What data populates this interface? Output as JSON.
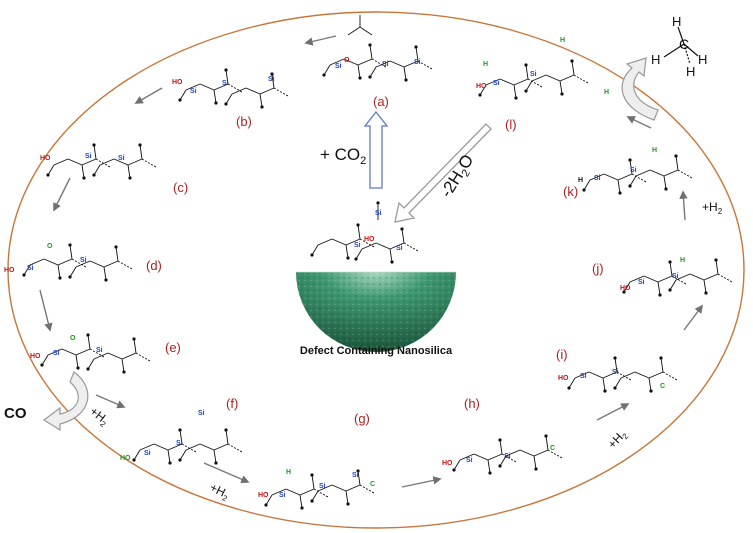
{
  "diagram": {
    "caption": "Defect Containing Nanosilica",
    "reactions": {
      "co2": "+ CO",
      "co2_sub": "2",
      "water": "-2H",
      "water_sub": "2",
      "water_end": "O",
      "co": "CO",
      "h2_e_f": "+H",
      "h2_f_g": "+H",
      "h2_h_i": "+H",
      "h2_j_k": "+H",
      "h2_sub": "2"
    },
    "steps": [
      "(a)",
      "(b)",
      "(c)",
      "(d)",
      "(e)",
      "(f)",
      "(g)",
      "(h)",
      "(i)",
      "(j)",
      "(k)",
      "(l)"
    ],
    "methane": {
      "carbon": "C",
      "hydrogen": "H"
    },
    "atoms": {
      "si": "Si",
      "o": "O",
      "h": "H",
      "c": "C",
      "ho": "HO"
    },
    "colors": {
      "ellipse": "#c8763a",
      "step_label": "#b21e1e",
      "silicon": "#1f3fbf",
      "oxygen_red": "#d01010",
      "hydrogen_green": "#1a9a1a",
      "arrow": "#777777",
      "nanosilica": "#2f7a57"
    }
  }
}
